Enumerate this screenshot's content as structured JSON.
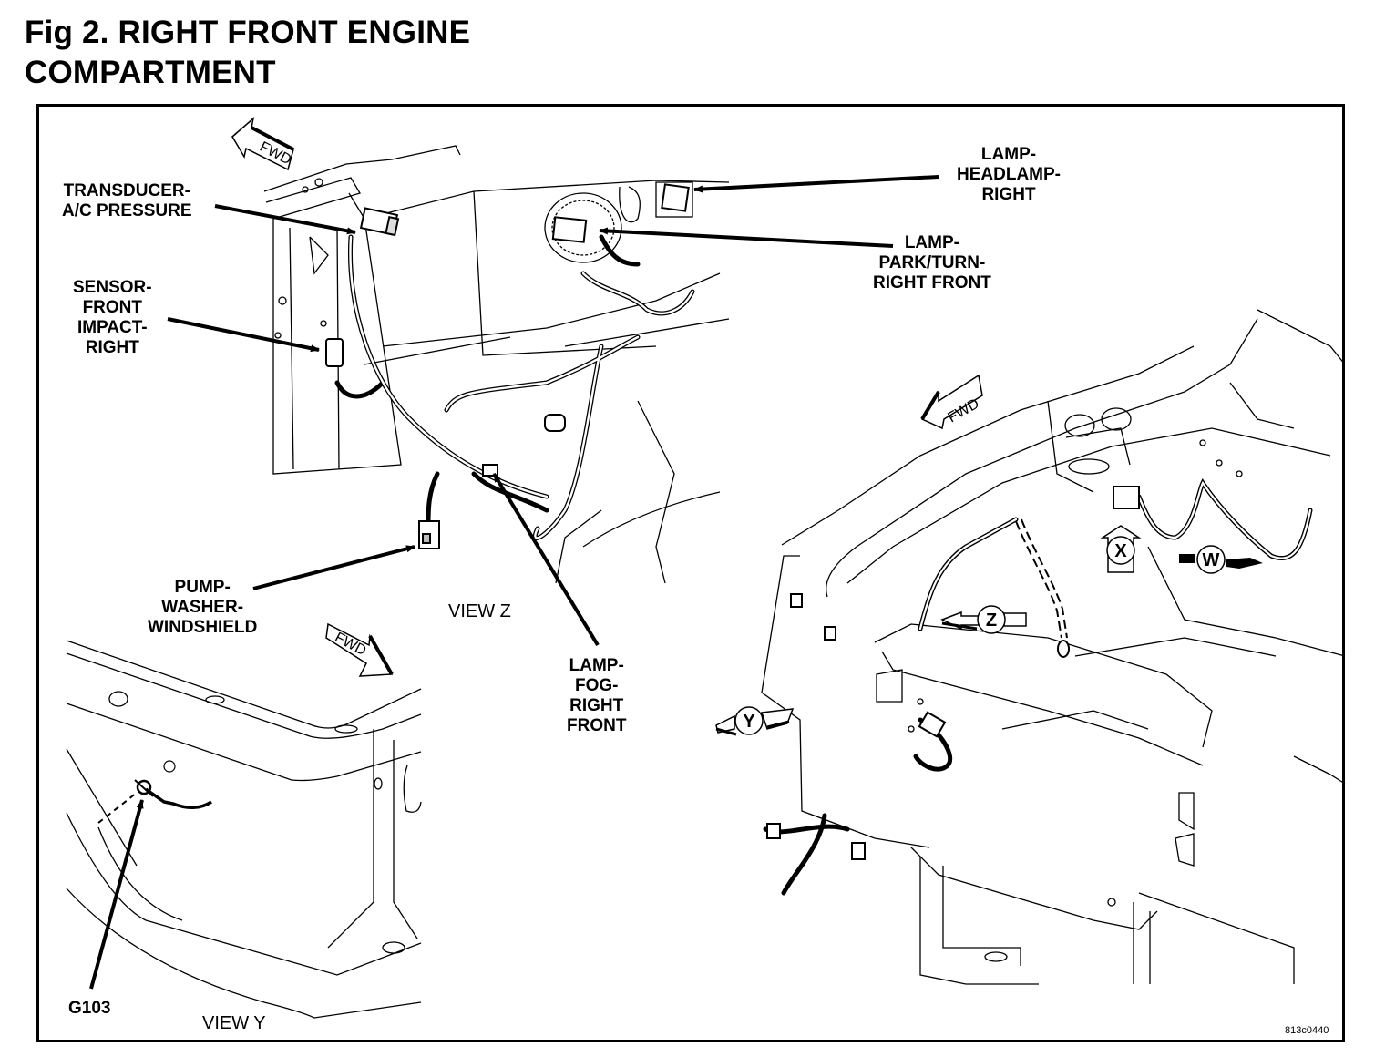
{
  "figure": {
    "title_line1": "Fig 2. RIGHT FRONT ENGINE",
    "title_line2": "COMPARTMENT",
    "figure_code": "813c0440"
  },
  "labels": {
    "transducer_ac_pressure": [
      "TRANSDUCER-",
      "A/C PRESSURE"
    ],
    "sensor_front_impact_right": [
      "SENSOR-",
      "FRONT",
      "IMPACT-",
      "RIGHT"
    ],
    "pump_washer_windshield": [
      "PUMP-",
      "WASHER-",
      "WINDSHIELD"
    ],
    "lamp_headlamp_right": [
      "LAMP-",
      "HEADLAMP-",
      "RIGHT"
    ],
    "lamp_park_turn_right_front": [
      "LAMP-",
      "PARK/TURN-",
      "RIGHT FRONT"
    ],
    "lamp_fog_right_front": [
      "LAMP-",
      "FOG-",
      "RIGHT",
      "FRONT"
    ],
    "ground_g103": "G103"
  },
  "views": {
    "view_z": "VIEW Z",
    "view_y": "VIEW Y"
  },
  "view_callouts": {
    "w": "W",
    "x": "X",
    "y": "Y",
    "z": "Z"
  },
  "direction_arrows": {
    "fwd": "FWD"
  }
}
